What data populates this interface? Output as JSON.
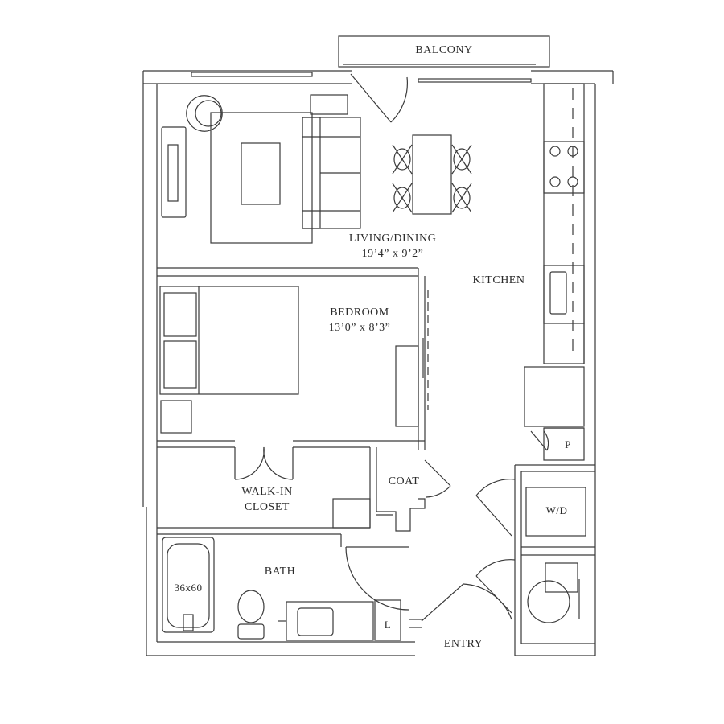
{
  "rooms": {
    "balcony": "BALCONY",
    "living_dining": {
      "name": "LIVING/DINING",
      "dims": "19’4” x 9’2”"
    },
    "kitchen": "KITCHEN",
    "bedroom": {
      "name": "BEDROOM",
      "dims": "13’0” x 8’3”"
    },
    "walk_in_closet": {
      "line1": "WALK-IN",
      "line2": "CLOSET"
    },
    "coat": "COAT",
    "bath": "BATH",
    "entry": "ENTRY"
  },
  "fixtures": {
    "tub": "36x60",
    "pantry": "P",
    "washer_dryer": "W/D",
    "linen": "L"
  },
  "colors": {
    "line": "#3a3a3a",
    "label": "#2b2b2b",
    "background": "#ffffff"
  }
}
